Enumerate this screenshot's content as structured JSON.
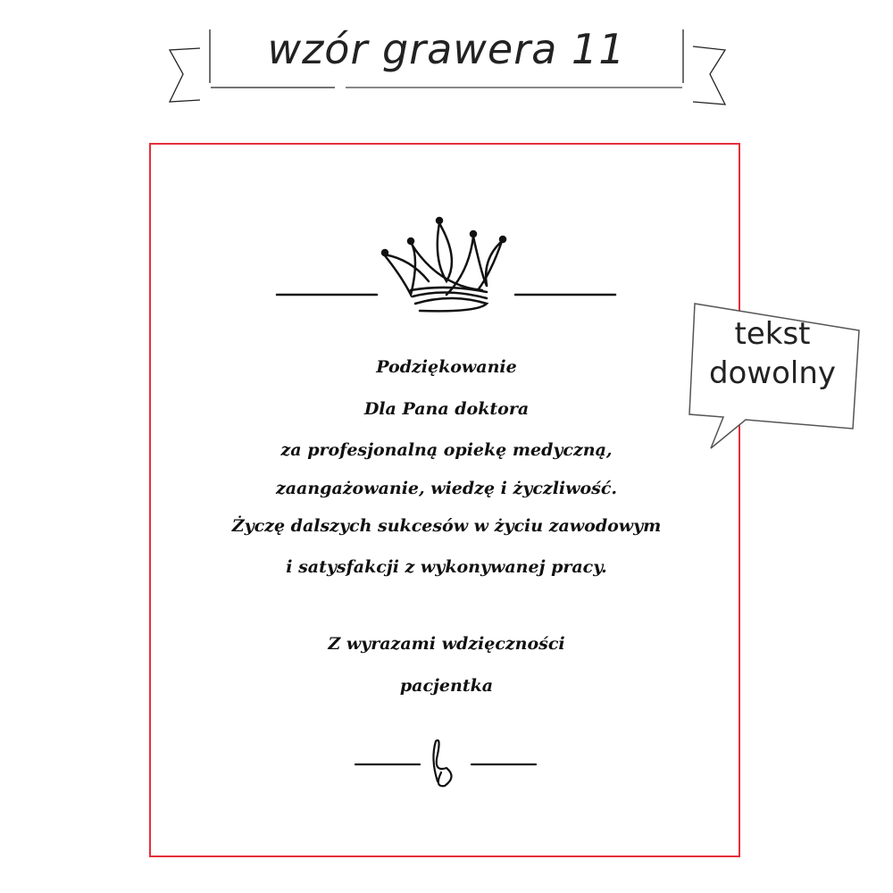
{
  "header": {
    "title": "wzór grawera 11"
  },
  "bubble": {
    "text_line1": "tekst",
    "text_line2": "dowolny"
  },
  "engraving": {
    "lines": [
      "Podziękowanie",
      "Dla Pana doktora",
      "za profesjonalną opiekę medyczną,",
      "zaangażowanie, wiedzę i życzliwość.",
      "Życzę dalszych sukcesów w życiu zawodowym",
      "i satysfakcji z wykonywanej pracy."
    ],
    "closing": [
      "Z wyrazami wdzięczności",
      "pacjentka"
    ]
  },
  "colors": {
    "frame": "#e3303a",
    "text": "#111111"
  }
}
